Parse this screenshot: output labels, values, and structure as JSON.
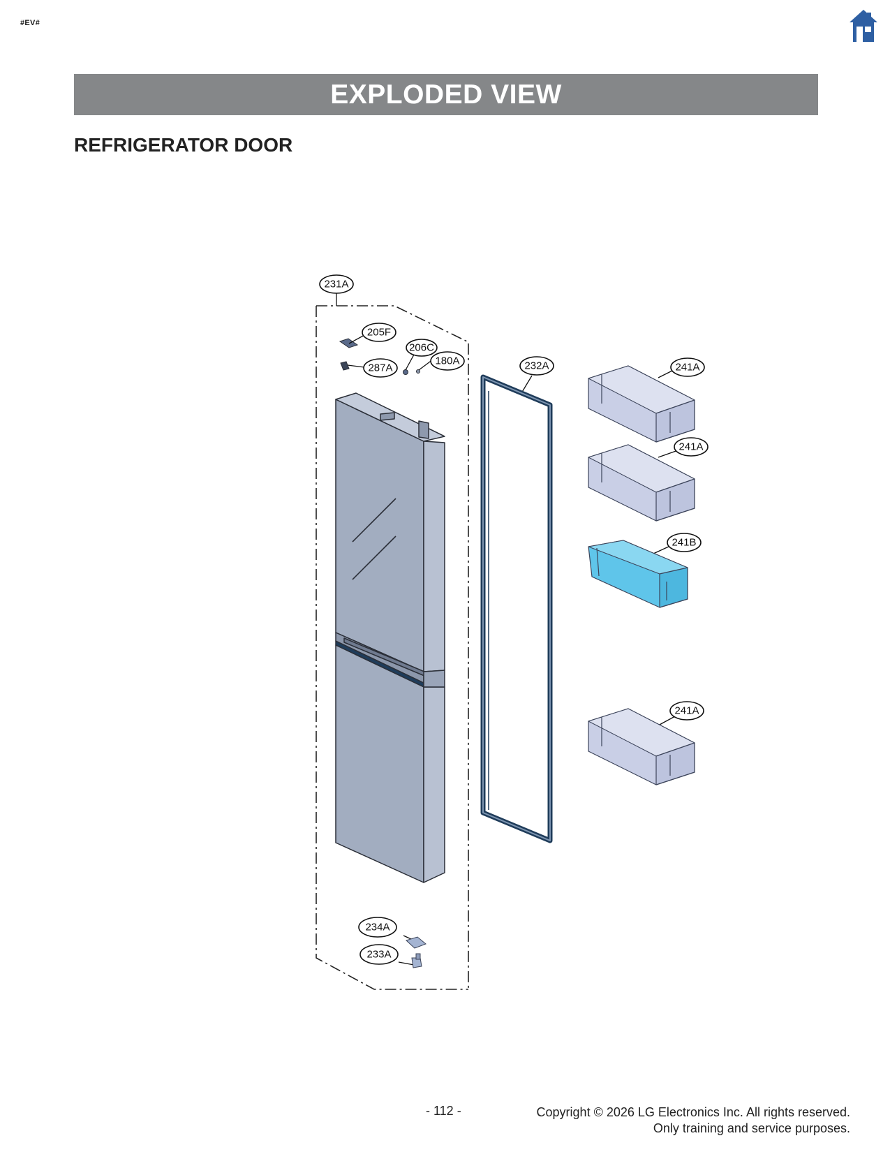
{
  "header": {
    "tag": "#EV#",
    "home_icon": "home-icon",
    "banner_title": "EXPLODED VIEW",
    "section_title": "REFRIGERATOR DOOR"
  },
  "parts": {
    "p231A": "231A",
    "p205F": "205F",
    "p206C": "206C",
    "p180A": "180A",
    "p287A": "287A",
    "p232A": "232A",
    "p241A_1": "241A",
    "p241A_2": "241A",
    "p241B": "241B",
    "p241A_3": "241A",
    "p234A": "234A",
    "p233A": "233A"
  },
  "colors": {
    "banner": "#858789",
    "door_panel": "#a2adc0",
    "gasket": "#1f3c5a",
    "bin": "#c9cfe6",
    "bin_highlight": "#5fc5ea",
    "home_icon": "#2e5fa3"
  },
  "footer": {
    "page_number": "- 112 -",
    "copyright_line1": "Copyright © 2026 LG Electronics Inc. All rights reserved.",
    "copyright_line2": "Only training and service purposes."
  }
}
